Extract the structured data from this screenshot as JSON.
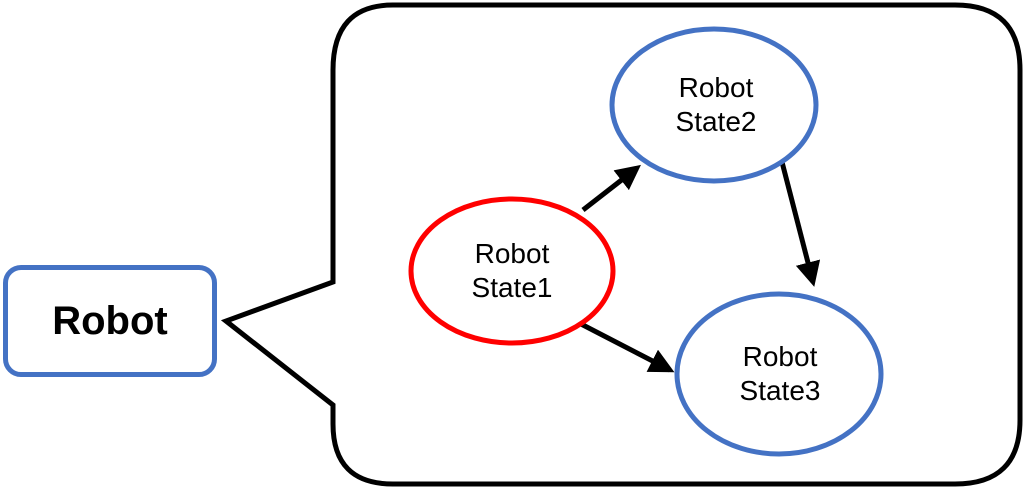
{
  "robot": {
    "label": "Robot",
    "border_color": "#4472C4"
  },
  "states": [
    {
      "id": "state1",
      "line1": "Robot",
      "line2": "State1",
      "border_color": "#FF0000"
    },
    {
      "id": "state2",
      "line1": "Robot",
      "line2": "State2",
      "border_color": "#4472C4"
    },
    {
      "id": "state3",
      "line1": "Robot",
      "line2": "State3",
      "border_color": "#4472C4"
    }
  ],
  "transitions": [
    {
      "from": "state1",
      "to": "state2"
    },
    {
      "from": "state1",
      "to": "state3"
    },
    {
      "from": "state2",
      "to": "state3"
    }
  ],
  "colors": {
    "callout_border": "#000000",
    "arrow": "#000000"
  }
}
